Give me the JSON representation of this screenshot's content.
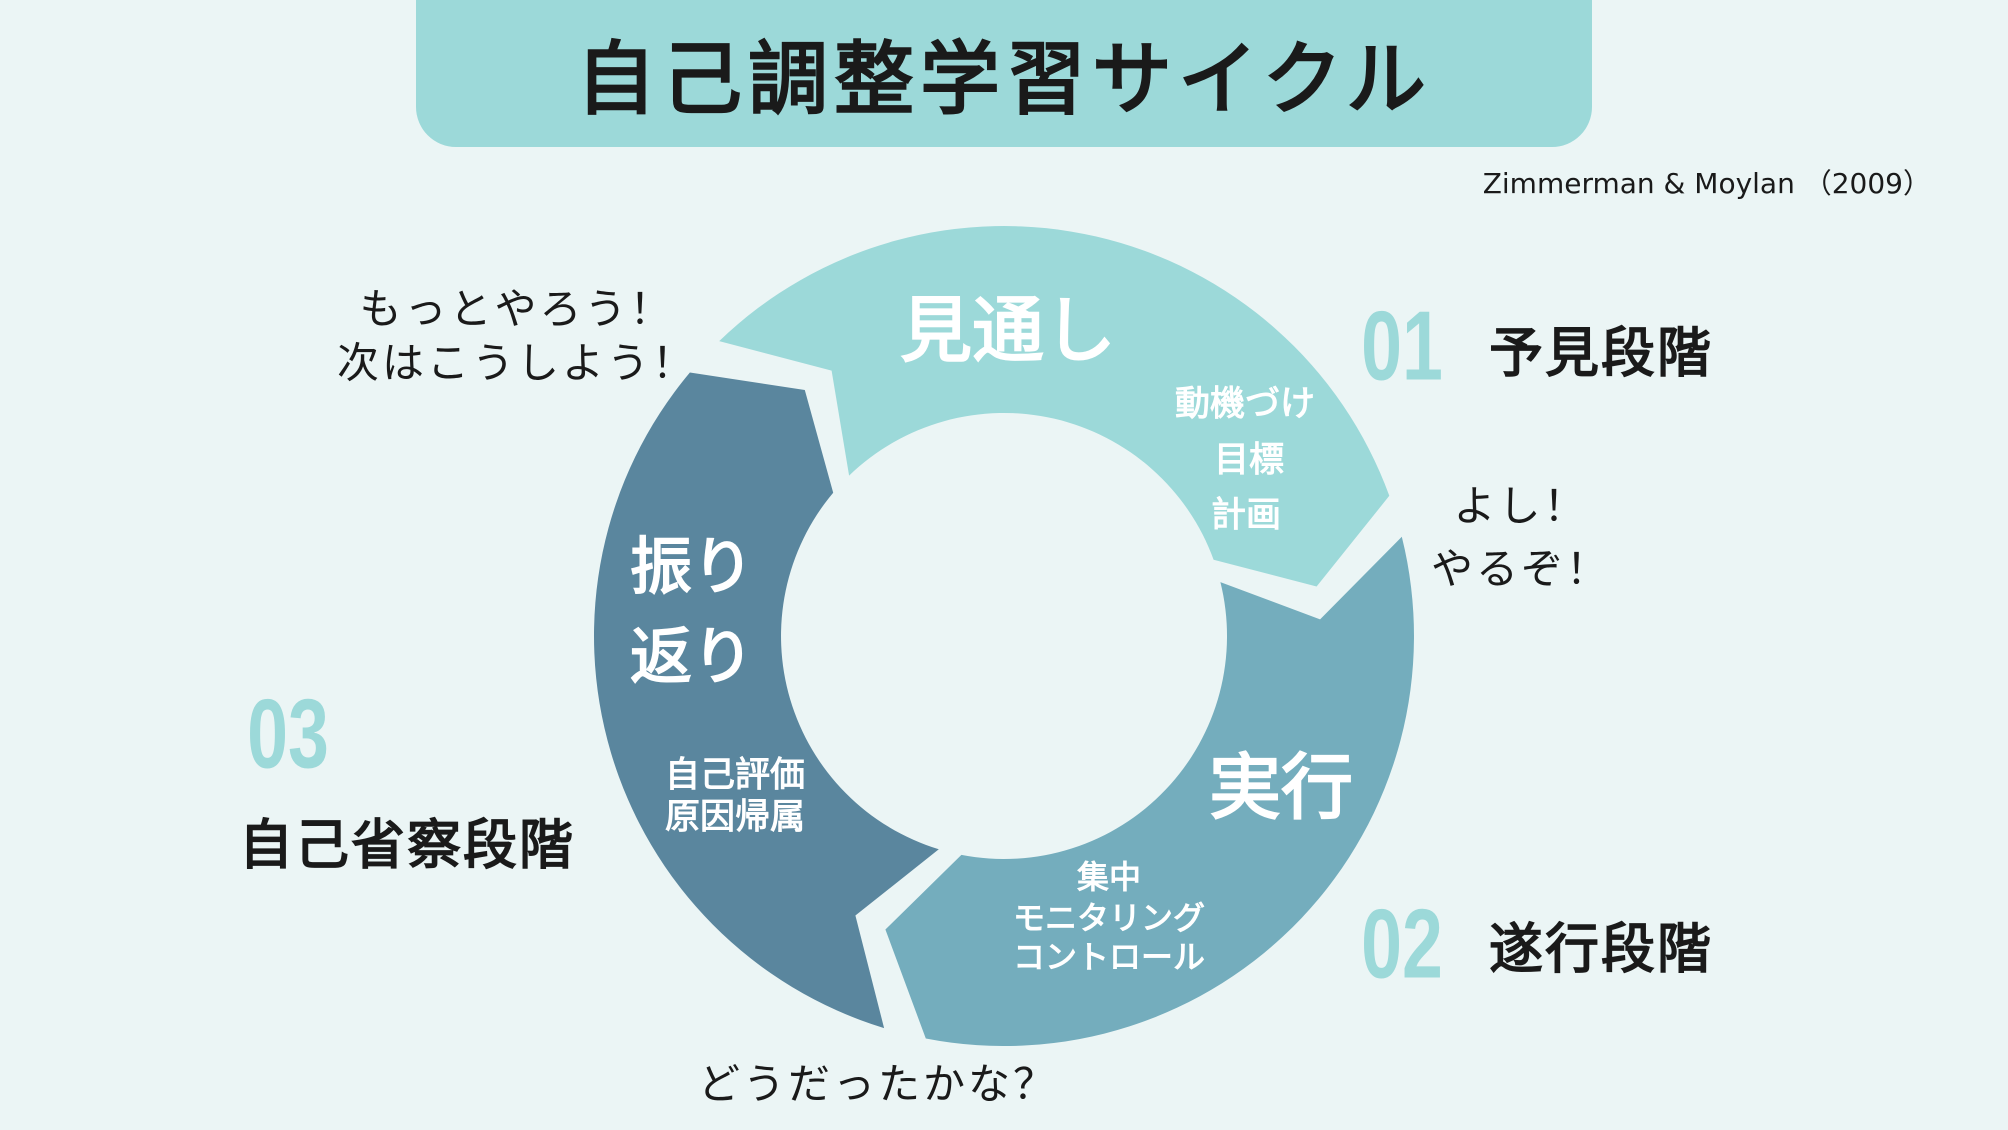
{
  "title": "自己調整学習サイクル",
  "citation": "Zimmerman & Moylan （2009）",
  "colors": {
    "background": "#ebf5f5",
    "forethought": "#9cd9d9",
    "performance": "#74adbd",
    "reflection": "#5a869e"
  },
  "cycle": {
    "forethought": {
      "label": "見通し",
      "items": [
        "動機づけ",
        "目標",
        "計画"
      ]
    },
    "performance": {
      "label": "実行",
      "items": [
        "集中",
        "モニタリング",
        "コントロール"
      ]
    },
    "reflection": {
      "label_lines": [
        "振り",
        "返り"
      ],
      "items": [
        "自己評価",
        "原因帰属"
      ]
    }
  },
  "phases": [
    {
      "number": "01",
      "name": "予見段階"
    },
    {
      "number": "02",
      "name": "遂行段階"
    },
    {
      "number": "03",
      "name": "自己省察段階"
    }
  ],
  "speech": {
    "reflection_to_forethought": [
      "もっとやろう！",
      "次はこうしよう！"
    ],
    "forethought_to_performance": [
      "よし！",
      "やるぞ！"
    ],
    "performance_to_reflection": "どうだったかな？"
  }
}
